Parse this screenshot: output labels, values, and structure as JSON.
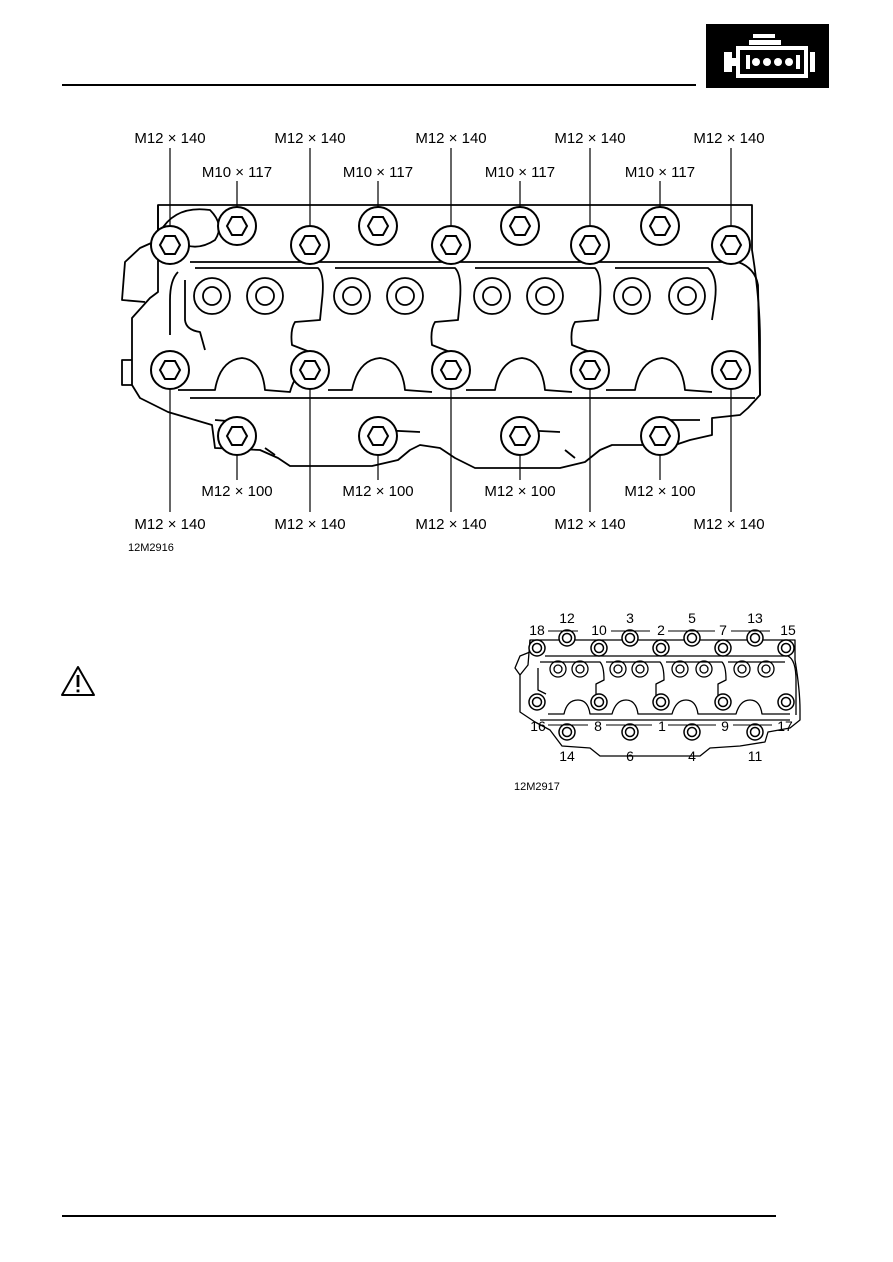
{
  "header": {
    "section_icon": "engine-icon",
    "badge_color": "#000000"
  },
  "figure1": {
    "ref": "12M2916",
    "labels": {
      "m12x140": "M12 × 140",
      "m10x117": "M10 × 117",
      "m12x100": "M12 × 100"
    }
  },
  "figure2": {
    "ref": "12M2917",
    "sequence": {
      "n1": "1",
      "n2": "2",
      "n3": "3",
      "n4": "4",
      "n5": "5",
      "n6": "6",
      "n7": "7",
      "n8": "8",
      "n9": "9",
      "n10": "10",
      "n11": "11",
      "n12": "12",
      "n13": "13",
      "n14": "14",
      "n15": "15",
      "n16": "16",
      "n17": "17",
      "n18": "18"
    }
  },
  "caution": {
    "icon": "warning-triangle-icon"
  }
}
